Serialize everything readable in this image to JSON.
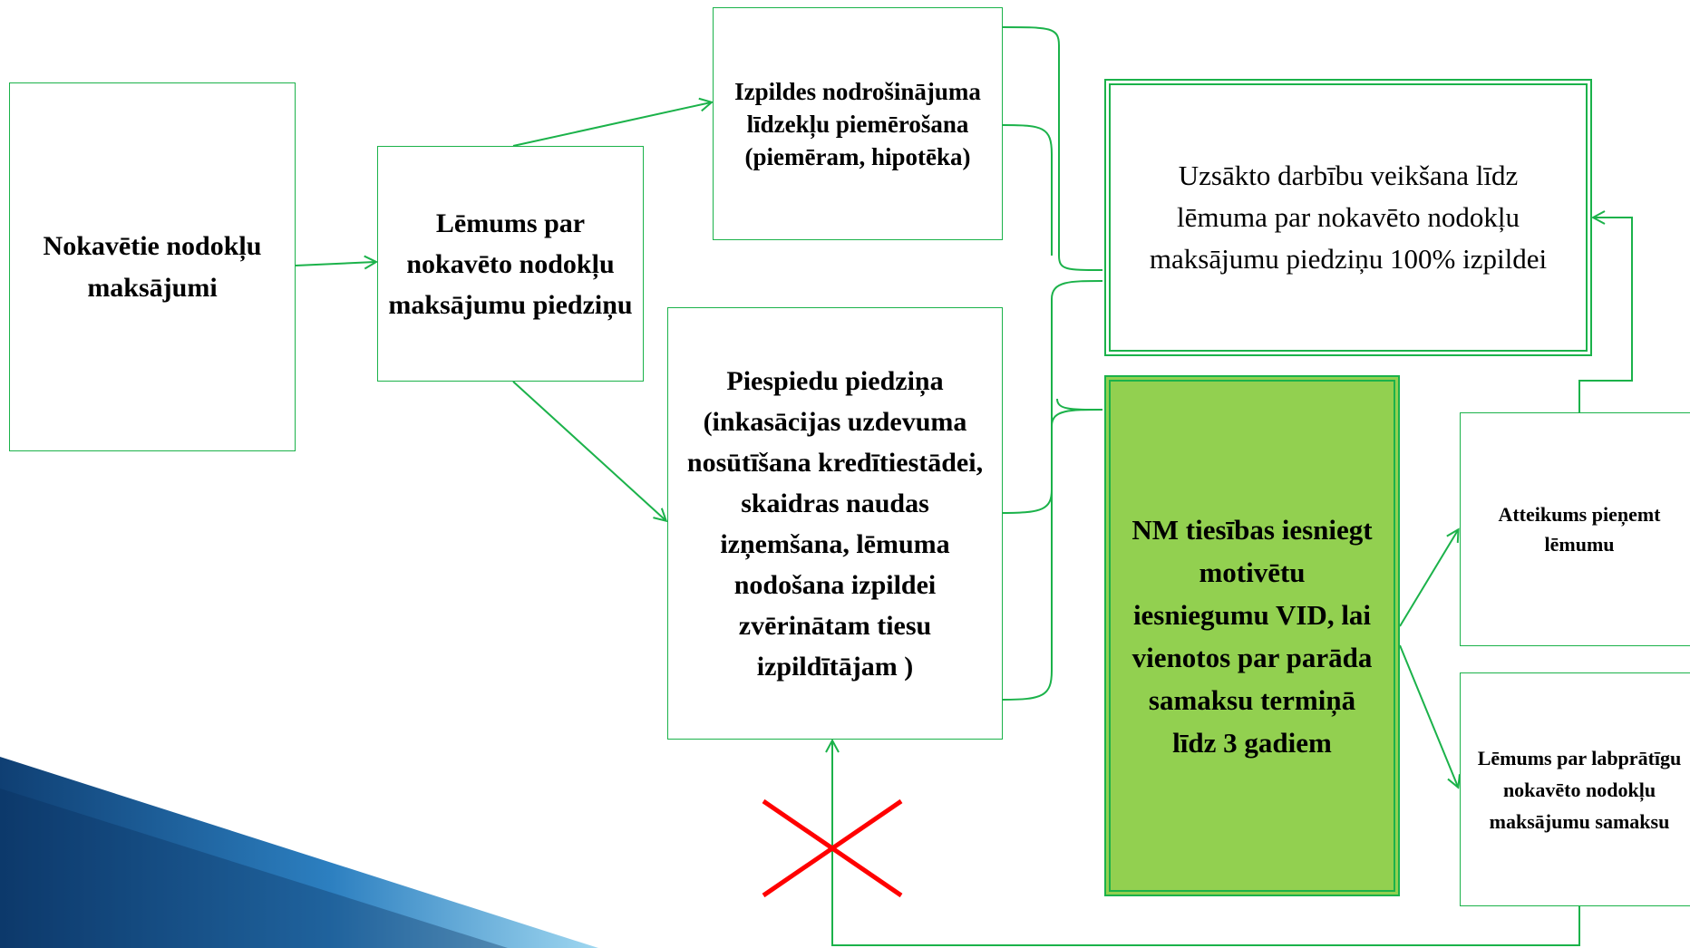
{
  "boxes": {
    "nokavetie": "Nokavētie nodokļu maksājumi",
    "lemums": "Lēmums par nokavēto nodokļu maksājumu piedziņu",
    "izpildes": "Izpildes nodrošinājuma līdzekļu piemērošana (piemēram, hipotēka)",
    "piespiedu": "Piespiedu piedziņa (inkasācijas uzdevuma nosūtīšana kredītiestādei, skaidras naudas izņemšana, lēmuma nodošana izpildei zvērinātam tiesu izpildītājam )",
    "uzsakto": "Uzsākto darbību veikšana līdz lēmuma par nokavēto nodokļu maksājumu piedziņu 100% izpildei",
    "nm": "NM tiesības iesniegt motivētu iesniegumu VID, lai vienotos par parāda samaksu termiņā līdz  3 gadiem",
    "atteikums": "Atteikums pieņemt lēmumu",
    "lemums2": "Lēmums par labprātīgu nokavēto nodokļu maksājumu samaksu"
  },
  "colors": {
    "line": "#1bb24a",
    "highlight_fill": "#92d050",
    "cross": "#ff0000",
    "decor_dark": "#0f3f73",
    "decor_light": "#5fb6e2"
  }
}
